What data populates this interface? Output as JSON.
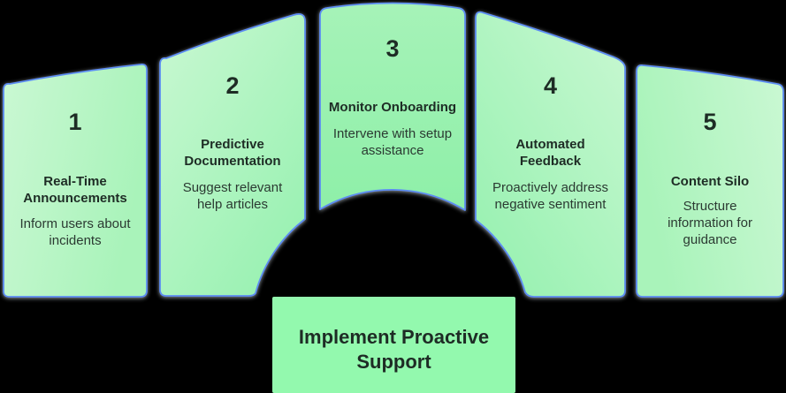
{
  "diagram_title": "Implement Proactive Support",
  "steps": [
    {
      "number": "1",
      "title": "Real-Time Announcements",
      "description": "Inform users about incidents"
    },
    {
      "number": "2",
      "title": "Predictive Documentation",
      "description": "Suggest relevant help articles"
    },
    {
      "number": "3",
      "title": "Monitor Onboarding",
      "description": "Intervene with setup assistance"
    },
    {
      "number": "4",
      "title": "Automated Feedback",
      "description": "Proactively address negative sentiment"
    },
    {
      "number": "5",
      "title": "Content Silo",
      "description": "Structure information for guidance"
    }
  ],
  "footer": {
    "label": "Implement Proactive Support"
  },
  "colors": {
    "background": "#000000",
    "card_stroke": "#5b8cf2",
    "card_fill_light": "#caf8d3",
    "card_fill_green": "#98f1b1",
    "center_card_fill": "#8eefa8",
    "footer_fill": "#93f9ae",
    "shadow": "#8e969d",
    "text_dark": "#1e2c25",
    "text_body": "#2b3a32"
  }
}
